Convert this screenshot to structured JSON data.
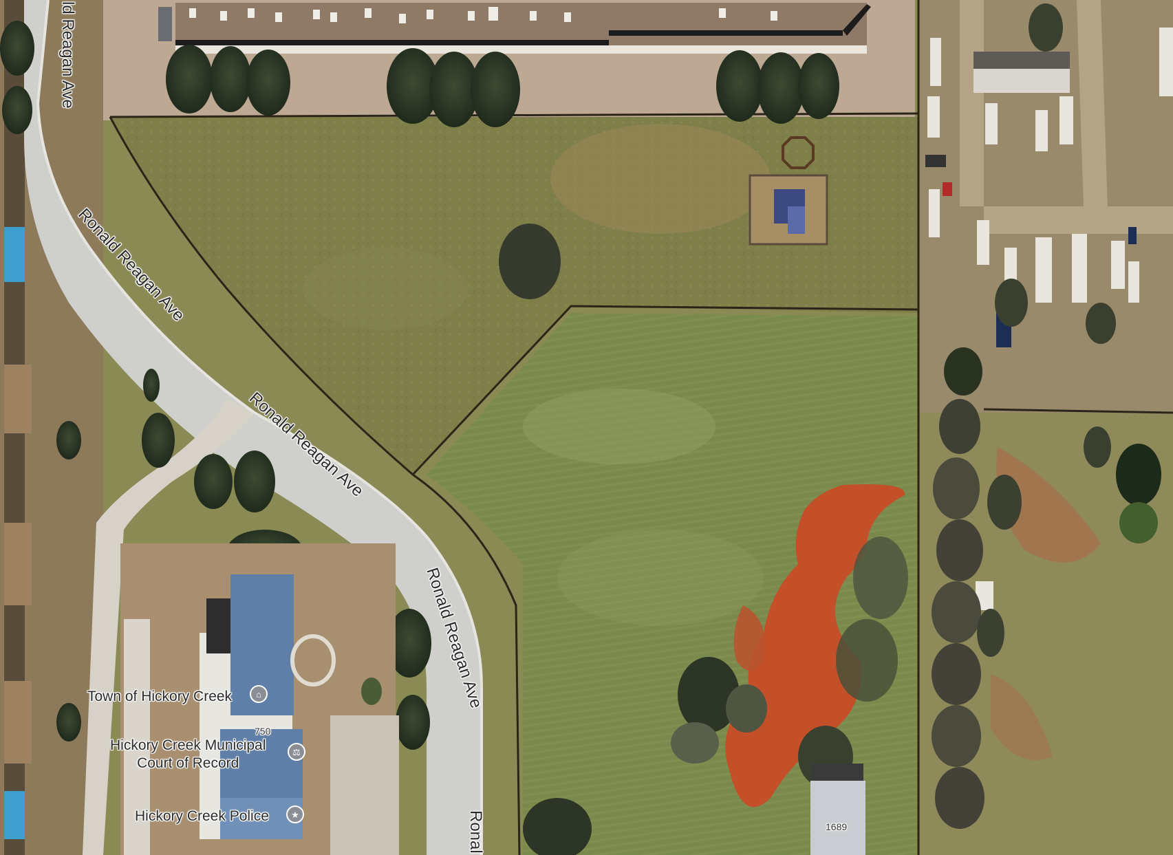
{
  "map": {
    "type": "satellite",
    "roads": [
      {
        "id": "road-1",
        "label": "ld Reagan Ave"
      },
      {
        "id": "road-2",
        "label": "Ronald Reagan Ave"
      },
      {
        "id": "road-3",
        "label": "Ronald Reagan Ave"
      },
      {
        "id": "road-4",
        "label": "Ronald Reagan Ave"
      },
      {
        "id": "road-5",
        "label": "Ronal"
      }
    ],
    "places": [
      {
        "id": "town-hall",
        "label": "Town of Hickory Creek",
        "icon": "civic-building-icon"
      },
      {
        "id": "court",
        "label_line1": "Hickory Creek Municipal",
        "label_line2": "Court of Record",
        "icon": "courthouse-icon"
      },
      {
        "id": "police",
        "label": "Hickory Creek Police",
        "icon": "police-shield-icon"
      }
    ],
    "addresses": [
      {
        "id": "addr-750",
        "label": "750"
      },
      {
        "id": "addr-1689",
        "label": "1689"
      }
    ],
    "colors": {
      "grass": "#7f8a4b",
      "grass_light": "#93985e",
      "road": "#cfcfcb",
      "roof_blue": "#5f7fa8",
      "red_dirt": "#c4502a"
    }
  }
}
